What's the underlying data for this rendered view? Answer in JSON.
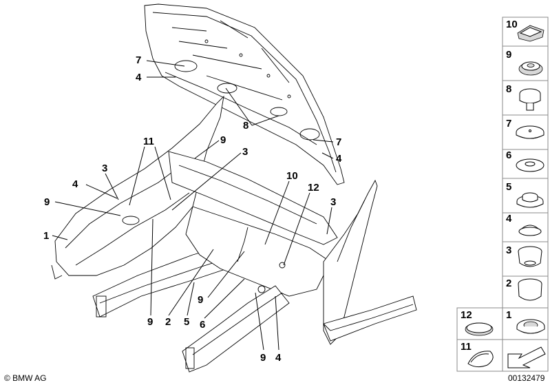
{
  "diagram": {
    "callouts": [
      {
        "id": "hood-7",
        "text": "7"
      },
      {
        "id": "hood-4",
        "text": "4"
      },
      {
        "id": "hood-8",
        "text": "8"
      },
      {
        "id": "hood-right-7",
        "text": "7"
      },
      {
        "id": "hood-right-4",
        "text": "4"
      },
      {
        "id": "cowl-9",
        "text": "9"
      },
      {
        "id": "cowl-3",
        "text": "3"
      },
      {
        "id": "left-11",
        "text": "11"
      },
      {
        "id": "left-3",
        "text": "3"
      },
      {
        "id": "left-4",
        "text": "4"
      },
      {
        "id": "left-9",
        "text": "9"
      },
      {
        "id": "left-1",
        "text": "1"
      },
      {
        "id": "floor-10",
        "text": "10"
      },
      {
        "id": "floor-12",
        "text": "12"
      },
      {
        "id": "pillar-3",
        "text": "3"
      },
      {
        "id": "bottom-9a",
        "text": "9"
      },
      {
        "id": "bottom-2",
        "text": "2"
      },
      {
        "id": "bottom-5",
        "text": "5"
      },
      {
        "id": "bottom-6",
        "text": "6"
      },
      {
        "id": "mid-9",
        "text": "9"
      },
      {
        "id": "bottom-9b",
        "text": "9"
      },
      {
        "id": "bottom-4",
        "text": "4"
      }
    ],
    "legend": [
      {
        "num": "10",
        "icon": "oval-plug-icon"
      },
      {
        "num": "9",
        "icon": "flat-grommet-icon"
      },
      {
        "num": "8",
        "icon": "push-pin-plug-icon"
      },
      {
        "num": "7",
        "icon": "large-flat-plug-icon"
      },
      {
        "num": "6",
        "icon": "medium-flat-plug-icon"
      },
      {
        "num": "5",
        "icon": "stepped-plug-icon"
      },
      {
        "num": "4",
        "icon": "dome-plug-icon"
      },
      {
        "num": "3",
        "icon": "deep-dome-plug-icon"
      },
      {
        "num": "2",
        "icon": "tall-dome-plug-icon"
      },
      {
        "num": "12",
        "icon": "oval-pad-icon"
      },
      {
        "num": "1",
        "icon": "ring-grommet-icon"
      },
      {
        "num": "11",
        "icon": "oval-sticker-icon"
      }
    ],
    "footer": {
      "copyright": "© BMW AG",
      "part_number": "00132479"
    }
  }
}
